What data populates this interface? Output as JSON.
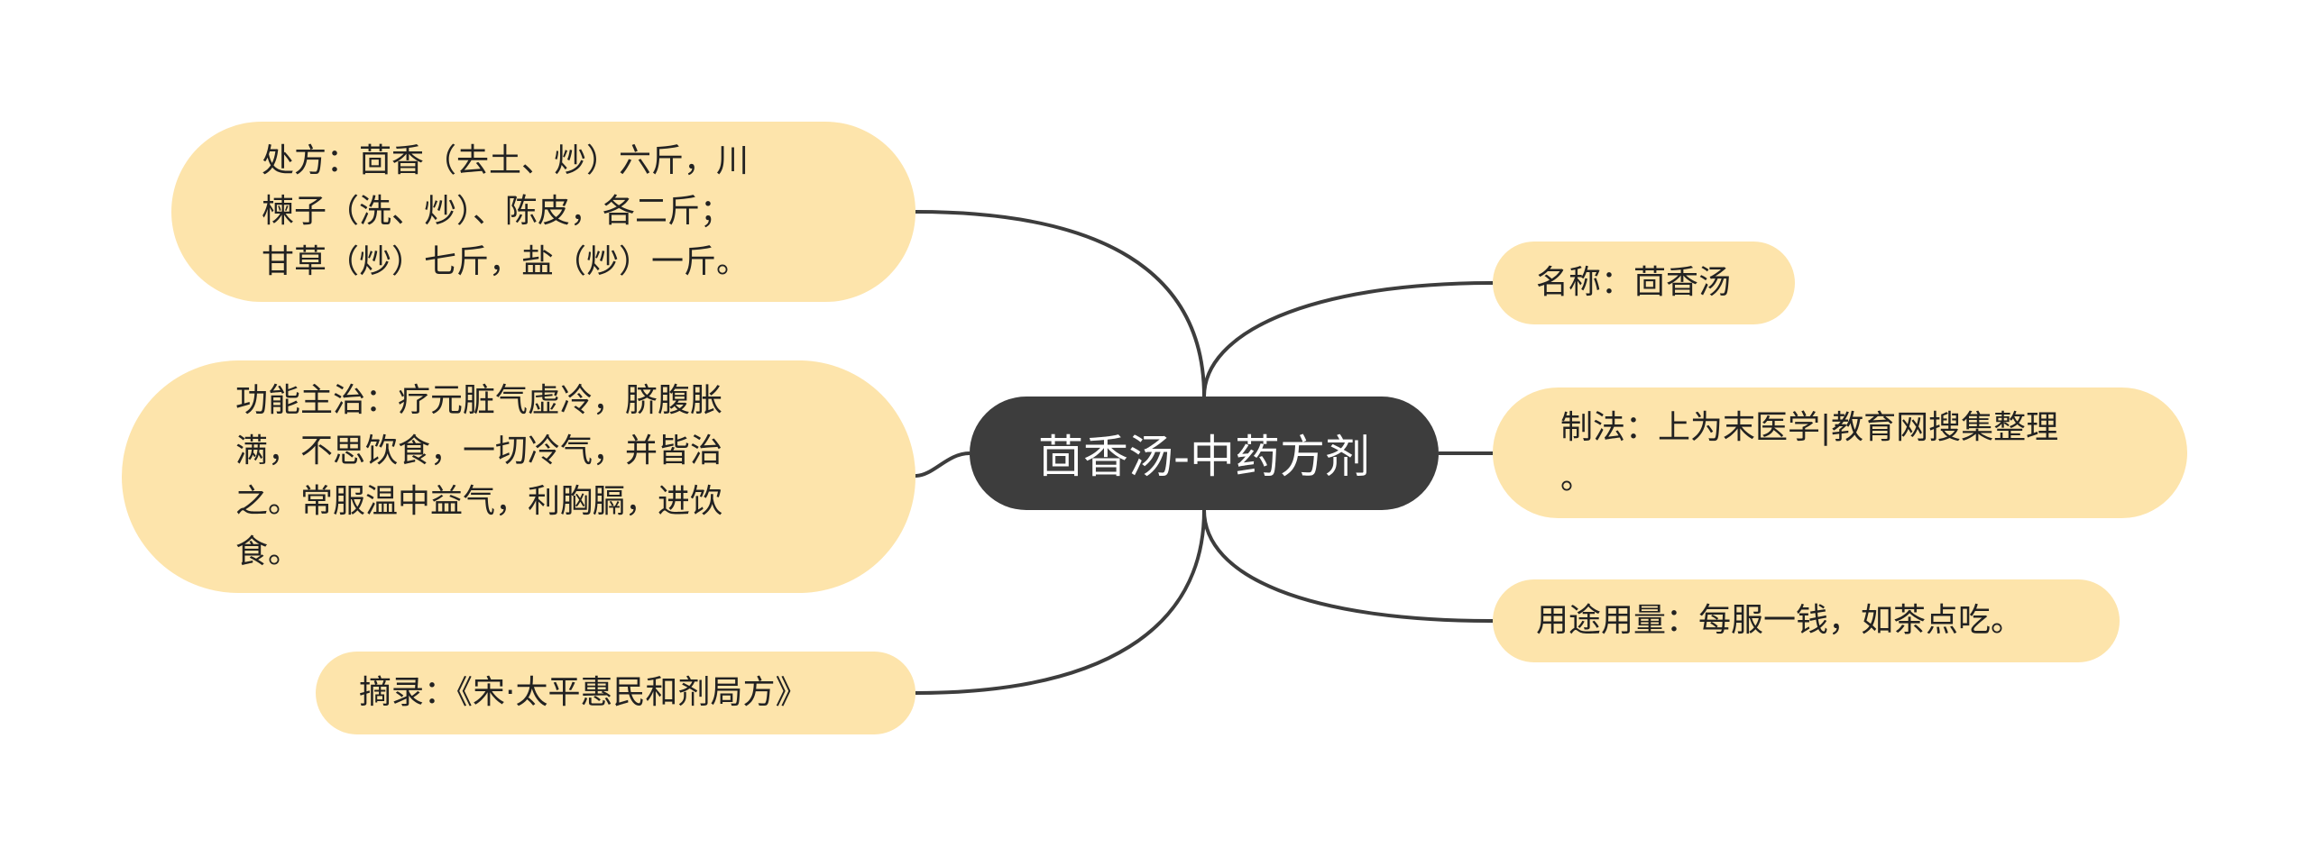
{
  "center": {
    "title": "茴香汤-中药方剂"
  },
  "left_branches": {
    "prescription": "处方：茴香（去土、炒）六斤，川\n楝子（洗、炒）、陈皮，各二斤；\n甘草（炒）七斤，盐（炒）一斤。",
    "function": "功能主治：疗元脏气虚冷，脐腹胀\n满，不思饮食，一切冷气，并皆治\n之。常服温中益气，利胸膈，进饮\n食。",
    "source": "摘录：《宋·太平惠民和剂局方》"
  },
  "right_branches": {
    "name": "名称：茴香汤",
    "method": "制法：上为末医学|教育网搜集整理\n。",
    "usage": "用途用量：每服一钱，如茶点吃。"
  },
  "colors": {
    "center_fill": "#3d3d3d",
    "center_text": "#ffffff",
    "branch_fill": "#fde4ab",
    "branch_text": "#222222",
    "connector": "#3d3d3d"
  }
}
